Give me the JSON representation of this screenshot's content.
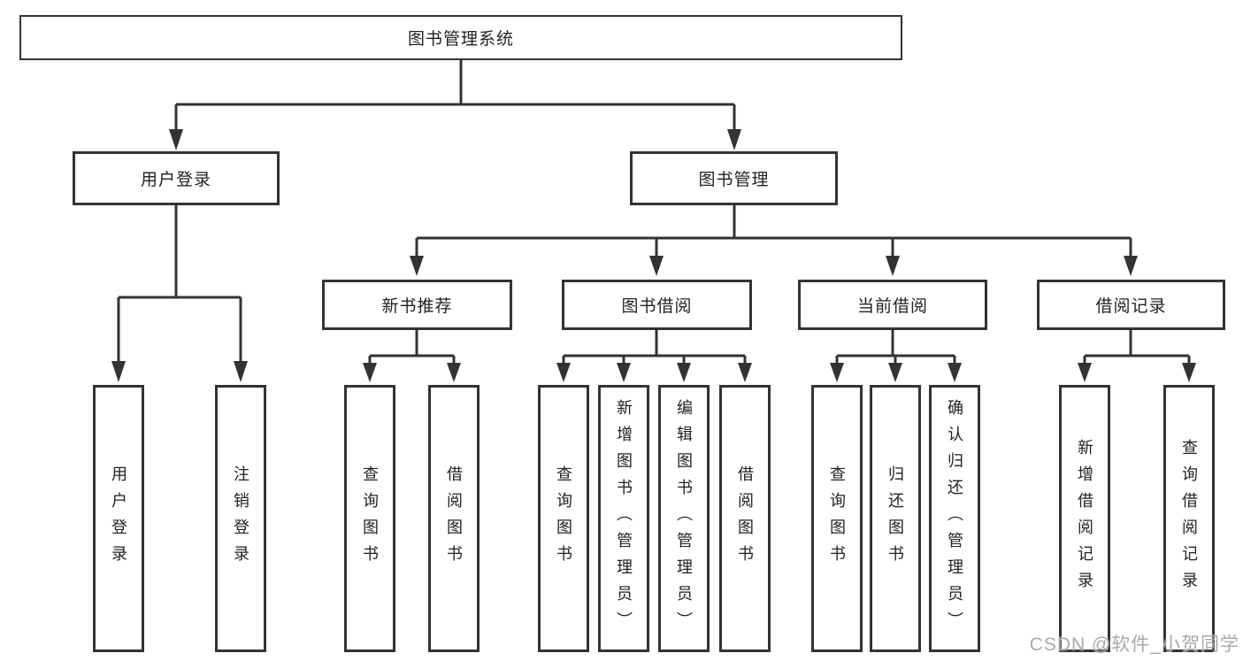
{
  "tree": {
    "root": {
      "label": "图书管理系统",
      "children": [
        {
          "label": "用户登录",
          "children": [
            {
              "label": "用户登录"
            },
            {
              "label": "注销登录"
            }
          ]
        },
        {
          "label": "图书管理",
          "children": [
            {
              "label": "新书推荐",
              "children": [
                {
                  "label": "查询图书"
                },
                {
                  "label": "借阅图书"
                }
              ]
            },
            {
              "label": "图书借阅",
              "children": [
                {
                  "label": "查询图书"
                },
                {
                  "label": "新增图书（管理员）"
                },
                {
                  "label": "编辑图书（管理员）"
                },
                {
                  "label": "借阅图书"
                }
              ]
            },
            {
              "label": "当前借阅",
              "children": [
                {
                  "label": "查询图书"
                },
                {
                  "label": "归还图书"
                },
                {
                  "label": "确认归还（管理员）"
                }
              ]
            },
            {
              "label": "借阅记录",
              "children": [
                {
                  "label": "新增借阅记录"
                },
                {
                  "label": "查询借阅记录"
                }
              ]
            }
          ]
        }
      ]
    }
  },
  "watermark": "CSDN @软件_小贺同学",
  "colors": {
    "line": "#333333",
    "box_border": "#333333",
    "background": "#ffffff",
    "text": "#222222",
    "watermark": "#9e9e9e"
  }
}
